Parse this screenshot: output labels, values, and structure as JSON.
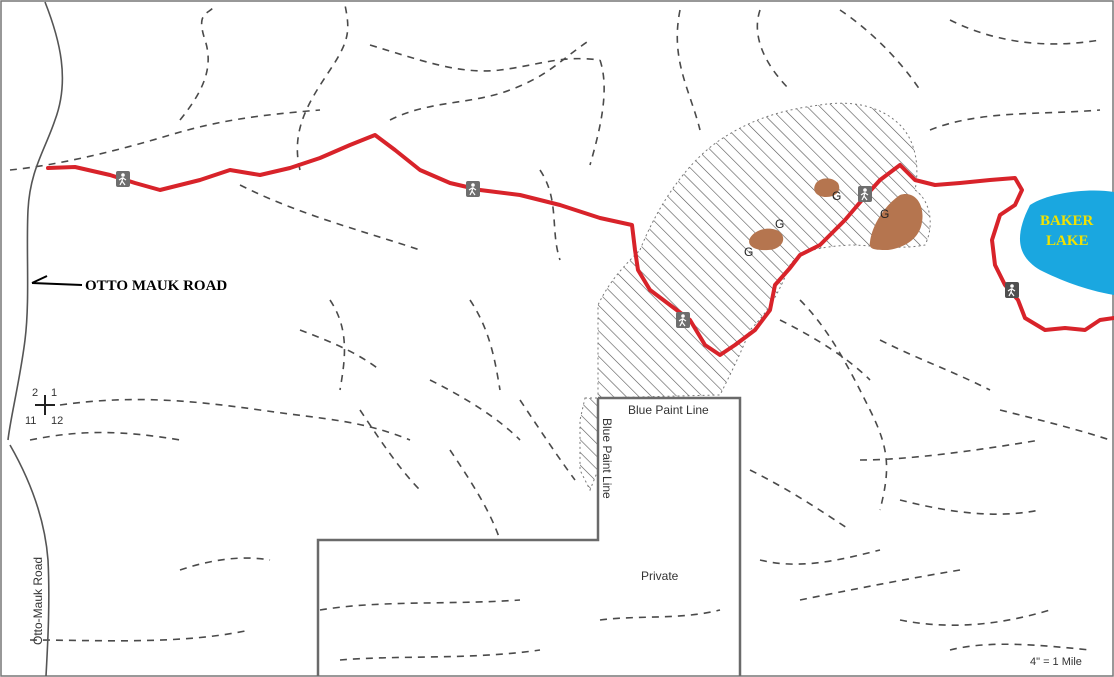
{
  "labels": {
    "otto_mauk_road_big": "OTTO MAUK ROAD",
    "otto_mauk_road_vertical": "Otto-Mauk Road",
    "baker_lake_line1": "BAKER",
    "baker_lake_line2": "LAKE",
    "blue_paint_line_horizontal": "Blue Paint Line",
    "blue_paint_line_vertical": "Blue Paint Line",
    "private": "Private",
    "scale": "4\" = 1 Mile"
  },
  "section_corner": {
    "top_left": "2",
    "top_right": "1",
    "bottom_left": "11",
    "bottom_right": "12"
  },
  "gravel_pit_label": "G",
  "colors": {
    "trail": "#d8232a",
    "lake": "#1aa7e0",
    "lake_text": "#f2e200",
    "gravel_pit": "#b5754f",
    "hatch": "#555555",
    "boundary": "#6a6a6a",
    "hiker_marker": "#6e6e6e"
  },
  "icons": {
    "hiker": "hiker-icon",
    "section_corner": "section-corner-icon",
    "arrow": "pointer-arrow-icon"
  }
}
